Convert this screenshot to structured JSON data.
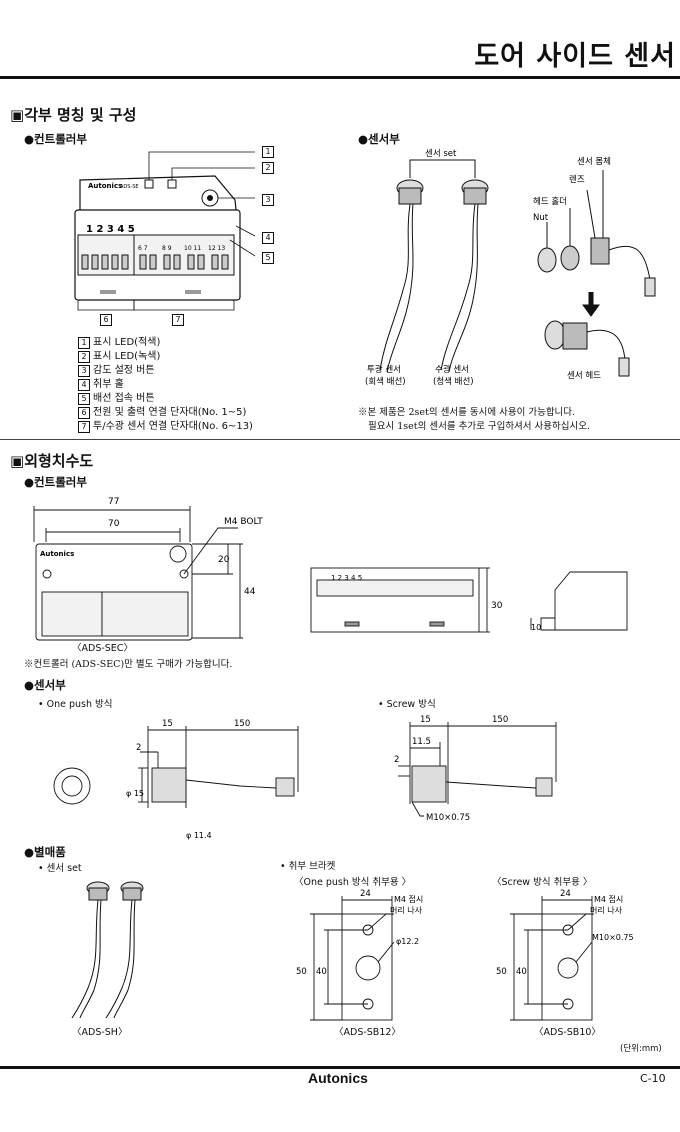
{
  "page_title": "도어 사이드 센서",
  "section1": {
    "heading": "각부 명칭 및 구성",
    "controller_label": "●컨트롤러부",
    "sensor_label": "●센서부",
    "legend": [
      {
        "n": "1",
        "text": "표시 LED(적색)"
      },
      {
        "n": "2",
        "text": "표시 LED(녹색)"
      },
      {
        "n": "3",
        "text": "감도 설정 버튼"
      },
      {
        "n": "4",
        "text": "취부 홀"
      },
      {
        "n": "5",
        "text": "배선 접속 버튼"
      },
      {
        "n": "6",
        "text": "전원 및 출력 연결 단자대(No. 1~5)"
      },
      {
        "n": "7",
        "text": "투/수광 센서 연결 단자대(No. 6~13)"
      }
    ],
    "callouts": [
      "1",
      "2",
      "3",
      "4",
      "5",
      "6",
      "7"
    ],
    "brand": "Autonics",
    "model": "ADS-SE",
    "terminal_nums_a": "1 2 3 4 5",
    "terminal_nums_b": [
      "6 7",
      "8 9",
      "10 11",
      "12 13"
    ],
    "sensor_set": "센서 set",
    "sensor_body": "센서 몸체",
    "lens": "렌즈",
    "head_holder": "헤드 홀더",
    "nut": "Nut",
    "emitter": "투광 센서",
    "emitter_wire": "(회색 배선)",
    "receiver": "수광 센서",
    "receiver_wire": "(청색 배선)",
    "sensor_head": "센서 헤드",
    "note1": "※본 제품은 2set의 센서를 동시에 사용이 가능합니다.",
    "note2": "필요시 1set의 센서를 추가로 구입하셔서 사용하십시오."
  },
  "section2": {
    "heading": "외형치수도",
    "controller_label": "●컨트롤러부",
    "dim_77": "77",
    "dim_70": "70",
    "bolt": "M4 BOLT",
    "dim_20": "20",
    "dim_44": "44",
    "dim_30": "30",
    "dim_10": "10",
    "model_caption": "〈ADS-SEC〉",
    "controller_note": "※컨트롤러 (ADS-SEC)만 별도 구매가 가능합니다.",
    "sensor_label": "●센서부",
    "one_push": "• One push 방식",
    "screw": "• Screw 방식",
    "dim_15": "15",
    "dim_150": "150",
    "dim_2": "2",
    "dim_phi15": "φ 15",
    "dim_phi114": "φ 11.4",
    "dim_115": "11.5",
    "thread": "M10×0.75",
    "accessory_label": "●별매품",
    "sensor_set": "• 센서 set",
    "bracket": "• 취부 브라켓",
    "bracket_onepush": "〈One push 방식 취부용 〉",
    "bracket_screw": "〈Screw 방식 취부용 〉",
    "dim_24": "24",
    "screw_label1": "M4 접시",
    "screw_label2": "머리 나사",
    "dim_phi122": "φ12.2",
    "dim_50": "50",
    "dim_40": "40",
    "sh_caption": "〈ADS-SH〉",
    "sb12_caption": "〈ADS-SB12〉",
    "sb10_caption": "〈ADS-SB10〉",
    "unit": "(단위:mm)"
  },
  "footer": {
    "brand": "Autonics",
    "page": "C-10"
  }
}
